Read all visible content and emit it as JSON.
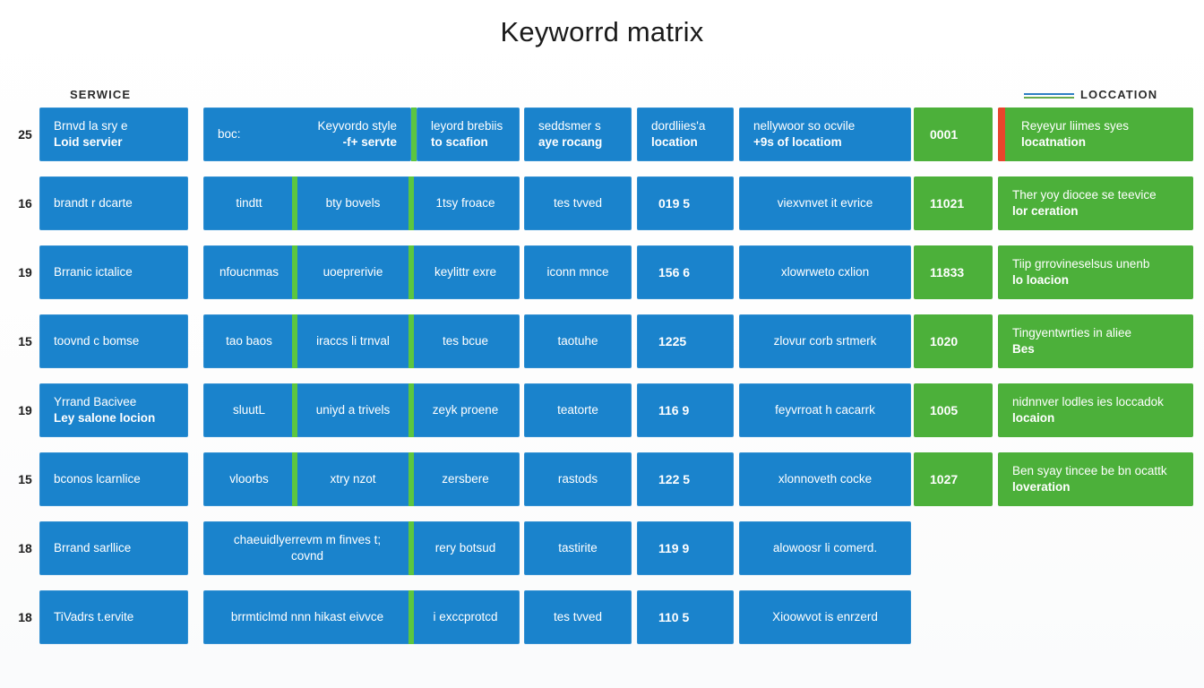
{
  "title": "Keyworrd matrix",
  "headers": {
    "service": "SERWICE",
    "location": "LOCCATION",
    "line_icon": "double-line-icon"
  },
  "colors": {
    "blue": "#1a83cc",
    "green": "#4cb03a",
    "divider_green": "#5cc63f",
    "accent_orange": "#e8452c",
    "text": "#ffffff",
    "page_bg": "#ffffff"
  },
  "rows": [
    {
      "num": "25",
      "service": {
        "line1": "Brnvd la sry e",
        "line2": "Loid servier"
      },
      "merged": {
        "a": "boc:",
        "b": "Keyvordo style",
        "b2": "-f+ servte"
      },
      "dividers": 1,
      "c3": {
        "line1": "leyord brebiis",
        "line2": "to scafion"
      },
      "c4": {
        "line1": "seddsmer s",
        "line2": "aye rocang"
      },
      "c5": {
        "line1": "dordliies'a",
        "line2": "location"
      },
      "c6": {
        "line1": "nellywoor so ocvile",
        "line2": "+9s of locatiom"
      },
      "code": "0001",
      "location": {
        "line1": "Reyeyur liimes syes",
        "line2": "locatnation"
      },
      "accent": true
    },
    {
      "num": "16",
      "service": {
        "line1": "brandt r dcarte",
        "line2": ""
      },
      "merged": {
        "a": "tindtt",
        "b": "bty bovels",
        "b2": "1tsy froace"
      },
      "dividers": 2,
      "c3": null,
      "c4": {
        "line1": "tes tvved",
        "line2": ""
      },
      "c5": {
        "line1": "019 5",
        "line2": ""
      },
      "c6": {
        "line1": "viexvnvet it evrice",
        "line2": ""
      },
      "code": "11021",
      "location": {
        "line1": "Ther yoy diocee se teevice",
        "line2": "lor ceration"
      },
      "accent": false
    },
    {
      "num": "19",
      "service": {
        "line1": "Brranic ictalice",
        "line2": ""
      },
      "merged": {
        "a": "nfoucnmas",
        "b": "uoeprerivie",
        "b2": "keylittr exre"
      },
      "dividers": 2,
      "c3": null,
      "c4": {
        "line1": "iconn mnce",
        "line2": ""
      },
      "c5": {
        "line1": "156 6",
        "line2": ""
      },
      "c6": {
        "line1": "xlowrweto cxlion",
        "line2": ""
      },
      "code": "11833",
      "location": {
        "line1": "Tiip grrovineselsus unenb",
        "line2": "lo loacion"
      },
      "accent": false
    },
    {
      "num": "15",
      "service": {
        "line1": "toovnd c bomse",
        "line2": ""
      },
      "merged": {
        "a": "tao baos",
        "b": "iraccs li trnval",
        "b2": "tes bcue"
      },
      "dividers": 2,
      "c3": null,
      "c4": {
        "line1": "taotuhe",
        "line2": ""
      },
      "c5": {
        "line1": "1225",
        "line2": ""
      },
      "c6": {
        "line1": "zlovur corb srtmerk",
        "line2": ""
      },
      "code": "1020",
      "location": {
        "line1": "Tingyentwrties in aliee",
        "line2": "Bes"
      },
      "accent": false
    },
    {
      "num": "19",
      "service": {
        "line1": "Yrrand Bacivee",
        "line2": "Ley salone locion"
      },
      "merged": {
        "a": "sluutL",
        "b": "uniyd a trivels",
        "b2": "zeyk proene"
      },
      "dividers": 2,
      "c3": null,
      "c4": {
        "line1": "teatorte",
        "line2": ""
      },
      "c5": {
        "line1": "116 9",
        "line2": ""
      },
      "c6": {
        "line1": "feyvrroat h cacarrk",
        "line2": ""
      },
      "code": "1005",
      "location": {
        "line1": "nidnnver lodles ies loccadok",
        "line2": "locaion"
      },
      "accent": false
    },
    {
      "num": "15",
      "service": {
        "line1": "bconos lcarnlice",
        "line2": ""
      },
      "merged": {
        "a": "vloorbs",
        "b": "xtry nzot",
        "b2": "zersbere"
      },
      "dividers": 2,
      "c3": null,
      "c4": {
        "line1": "rastods",
        "line2": ""
      },
      "c5": {
        "line1": "122 5",
        "line2": ""
      },
      "c6": {
        "line1": "xlonnoveth cocke",
        "line2": ""
      },
      "code": "1027",
      "location": {
        "line1": "Ben syay tincee be bn ocattk",
        "line2": "loveration"
      },
      "accent": false
    },
    {
      "num": "18",
      "service": {
        "line1": "Brrand sarllice",
        "line2": ""
      },
      "merged": {
        "a": "chaeuidlyerrevm m finves t; covnd",
        "b": "rery botsud",
        "b2": ""
      },
      "dividers": 1,
      "c3": null,
      "c4": {
        "line1": "tastirite",
        "line2": ""
      },
      "c5": {
        "line1": "119 9",
        "line2": ""
      },
      "c6": {
        "line1": "alowoosr li comerd.",
        "line2": ""
      },
      "code": "",
      "location": null,
      "accent": false
    },
    {
      "num": "18",
      "service": {
        "line1": "TiVadrs t.ervite",
        "line2": ""
      },
      "merged": {
        "a": "brrmticlmd nnn hikast eivvce",
        "b": "i exccprotcd",
        "b2": ""
      },
      "dividers": 1,
      "c3": null,
      "c4": {
        "line1": "tes tvved",
        "line2": ""
      },
      "c5": {
        "line1": "110 5",
        "line2": ""
      },
      "c6": {
        "line1": "Xioowvot is enrzerd",
        "line2": ""
      },
      "code": "",
      "location": null,
      "accent": false
    }
  ]
}
